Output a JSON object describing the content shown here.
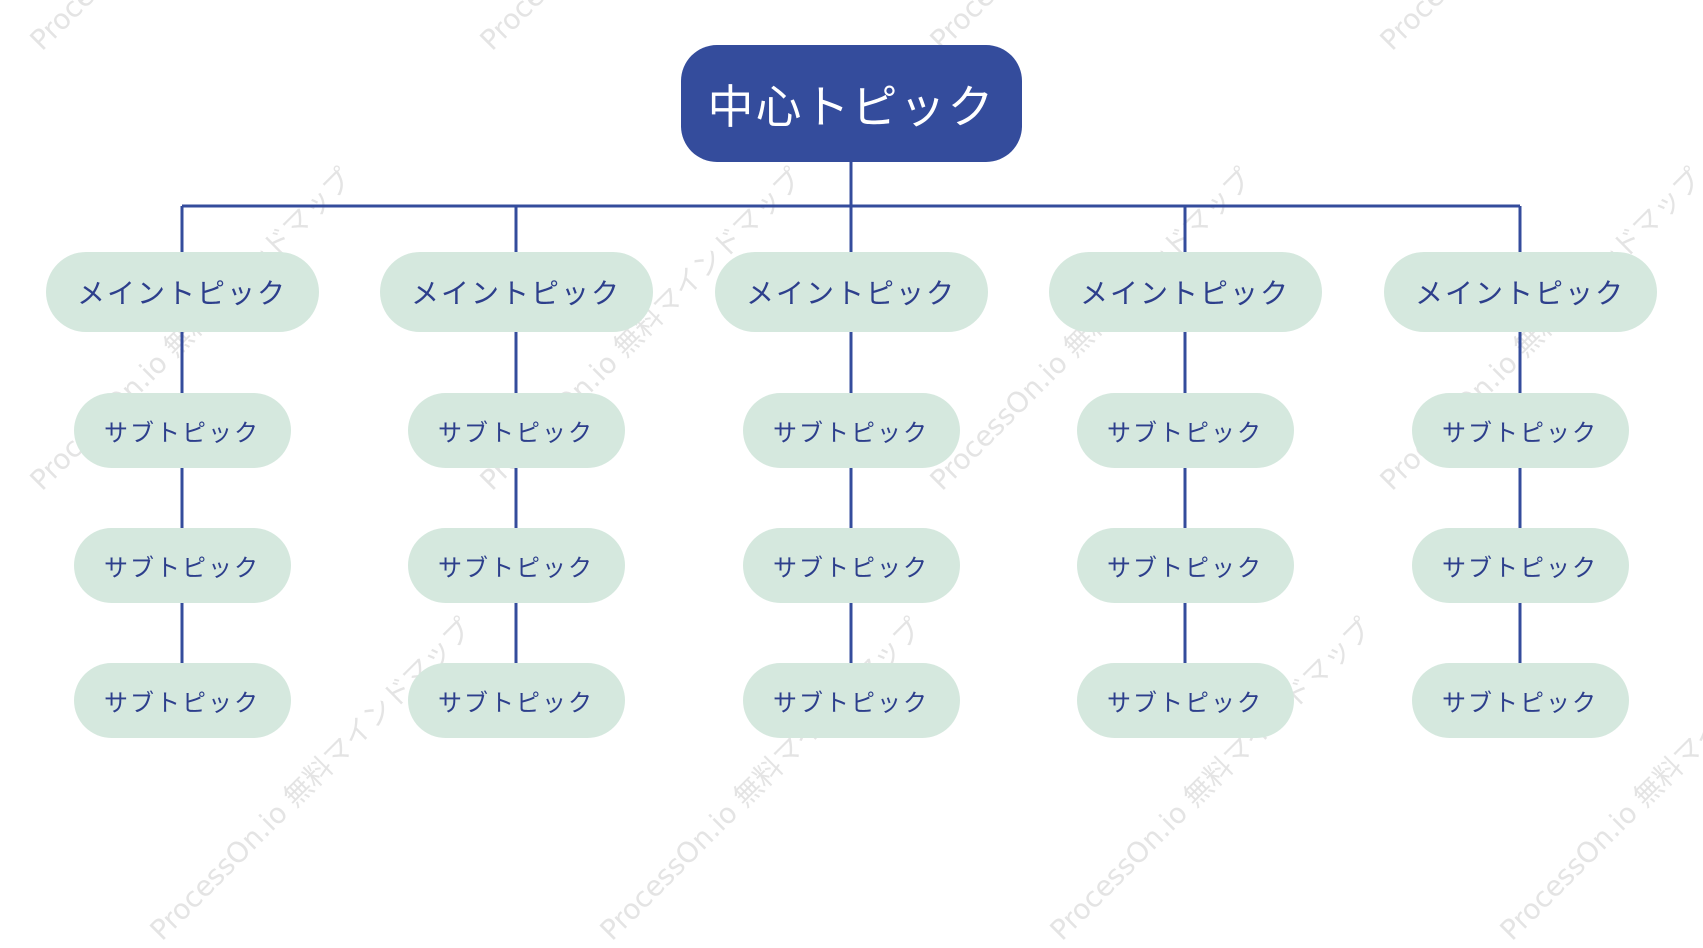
{
  "colors": {
    "central_fill": "#344c9c",
    "central_text": "#ffffff",
    "topic_fill": "#d5e8de",
    "topic_text": "#2d3f8c",
    "connector": "#344c9c",
    "watermark": "#e4e4e4"
  },
  "central_topic": {
    "label": "中心トピック"
  },
  "branches": [
    {
      "main": "メイントピック",
      "subs": [
        "サブトピック",
        "サブトピック",
        "サブトピック"
      ]
    },
    {
      "main": "メイントピック",
      "subs": [
        "サブトピック",
        "サブトピック",
        "サブトピック"
      ]
    },
    {
      "main": "メイントピック",
      "subs": [
        "サブトピック",
        "サブトピック",
        "サブトピック"
      ]
    },
    {
      "main": "メイントピック",
      "subs": [
        "サブトピック",
        "サブトピック",
        "サブトピック"
      ]
    },
    {
      "main": "メイントピック",
      "subs": [
        "サブトピック",
        "サブトピック",
        "サブトピック"
      ]
    }
  ],
  "watermark": {
    "text": "ProcessOn.io 無料マインドマップ"
  }
}
